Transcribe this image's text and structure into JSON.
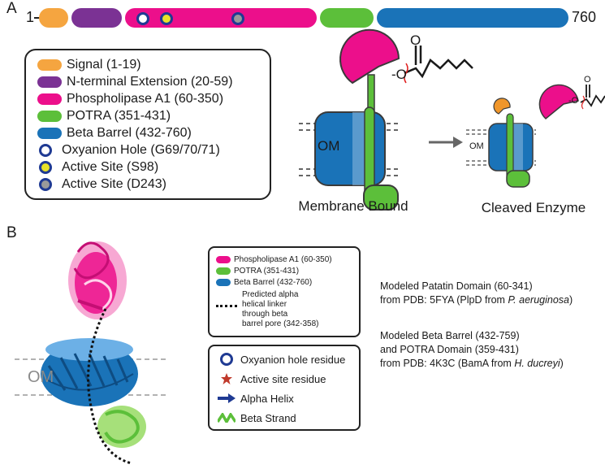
{
  "panels": {
    "a": "A",
    "b": "B"
  },
  "domain_bar": {
    "start_label": "1",
    "end_label": "760",
    "colors": {
      "signal": "#f5a540",
      "nterm": "#7b3294",
      "pla1": "#ec0f8b",
      "potra": "#5cbf3a",
      "barrel": "#1a73b8",
      "site_ring": "#1f3a93",
      "site_yellow": "#e8e22a",
      "site_grey": "#9a9a9a"
    }
  },
  "legend_a": {
    "items": [
      {
        "label": "Signal (1-19)",
        "icon": "orange-pill",
        "color": "#f5a540"
      },
      {
        "label": "N-terminal Extension (20-59)",
        "icon": "purple-pill",
        "color": "#7b3294"
      },
      {
        "label": "Phospholipase A1 (60-350)",
        "icon": "pink-pill",
        "color": "#ec0f8b"
      },
      {
        "label": "POTRA (351-431)",
        "icon": "green-pill",
        "color": "#5cbf3a"
      },
      {
        "label": "Beta Barrel (432-760)",
        "icon": "blue-pill",
        "color": "#1a73b8"
      },
      {
        "label": "Oxyanion Hole (G69/70/71)",
        "icon": "white-dot",
        "color": "#ffffff"
      },
      {
        "label": "Active Site (S98)",
        "icon": "yellow-dot",
        "color": "#e8e22a"
      },
      {
        "label": "Active Site (D243)",
        "icon": "grey-dot",
        "color": "#9a9a9a"
      }
    ]
  },
  "schematic": {
    "om_label": "OM",
    "om_label_small": "OM",
    "oxygen_label": "O",
    "attach_label": "-O",
    "attach_label_small": "-O",
    "caption_bound": "Membrane Bound",
    "caption_cleaved": "Cleaved Enzyme"
  },
  "structure": {
    "om_label": "OM"
  },
  "legend_b1": {
    "items": [
      {
        "label": "Phospholipase A1 (60-350)",
        "color": "#ec0f8b"
      },
      {
        "label": "POTRA (351-431)",
        "color": "#5cbf3a"
      },
      {
        "label": "Beta Barrel (432-760)",
        "color": "#1a73b8"
      }
    ],
    "linker": [
      "Predicted alpha",
      "helical linker",
      "through beta",
      "barrel pore (342-358)"
    ]
  },
  "legend_b2": {
    "items": [
      {
        "label": "Oxyanion hole residue",
        "icon": "blue-ring-icon"
      },
      {
        "label": "Active site residue",
        "icon": "red-star-icon"
      },
      {
        "label": "Alpha Helix",
        "icon": "blue-arrow-icon"
      },
      {
        "label": "Beta Strand",
        "icon": "green-strand-icon"
      }
    ]
  },
  "notes": {
    "patatin": {
      "line1": "Modeled Patatin Domain (60-341)",
      "line2_prefix": "from PDB: 5FYA (PlpD from ",
      "line2_italic": "P. aeruginosa",
      "line2_suffix": ")"
    },
    "barrel": {
      "line1": "Modeled Beta Barrel (432-759)",
      "line2": "and POTRA Domain (359-431)",
      "line3_prefix": "from PDB: 4K3C (BamA from ",
      "line3_italic": "H. ducreyi",
      "line3_suffix": ")"
    }
  }
}
